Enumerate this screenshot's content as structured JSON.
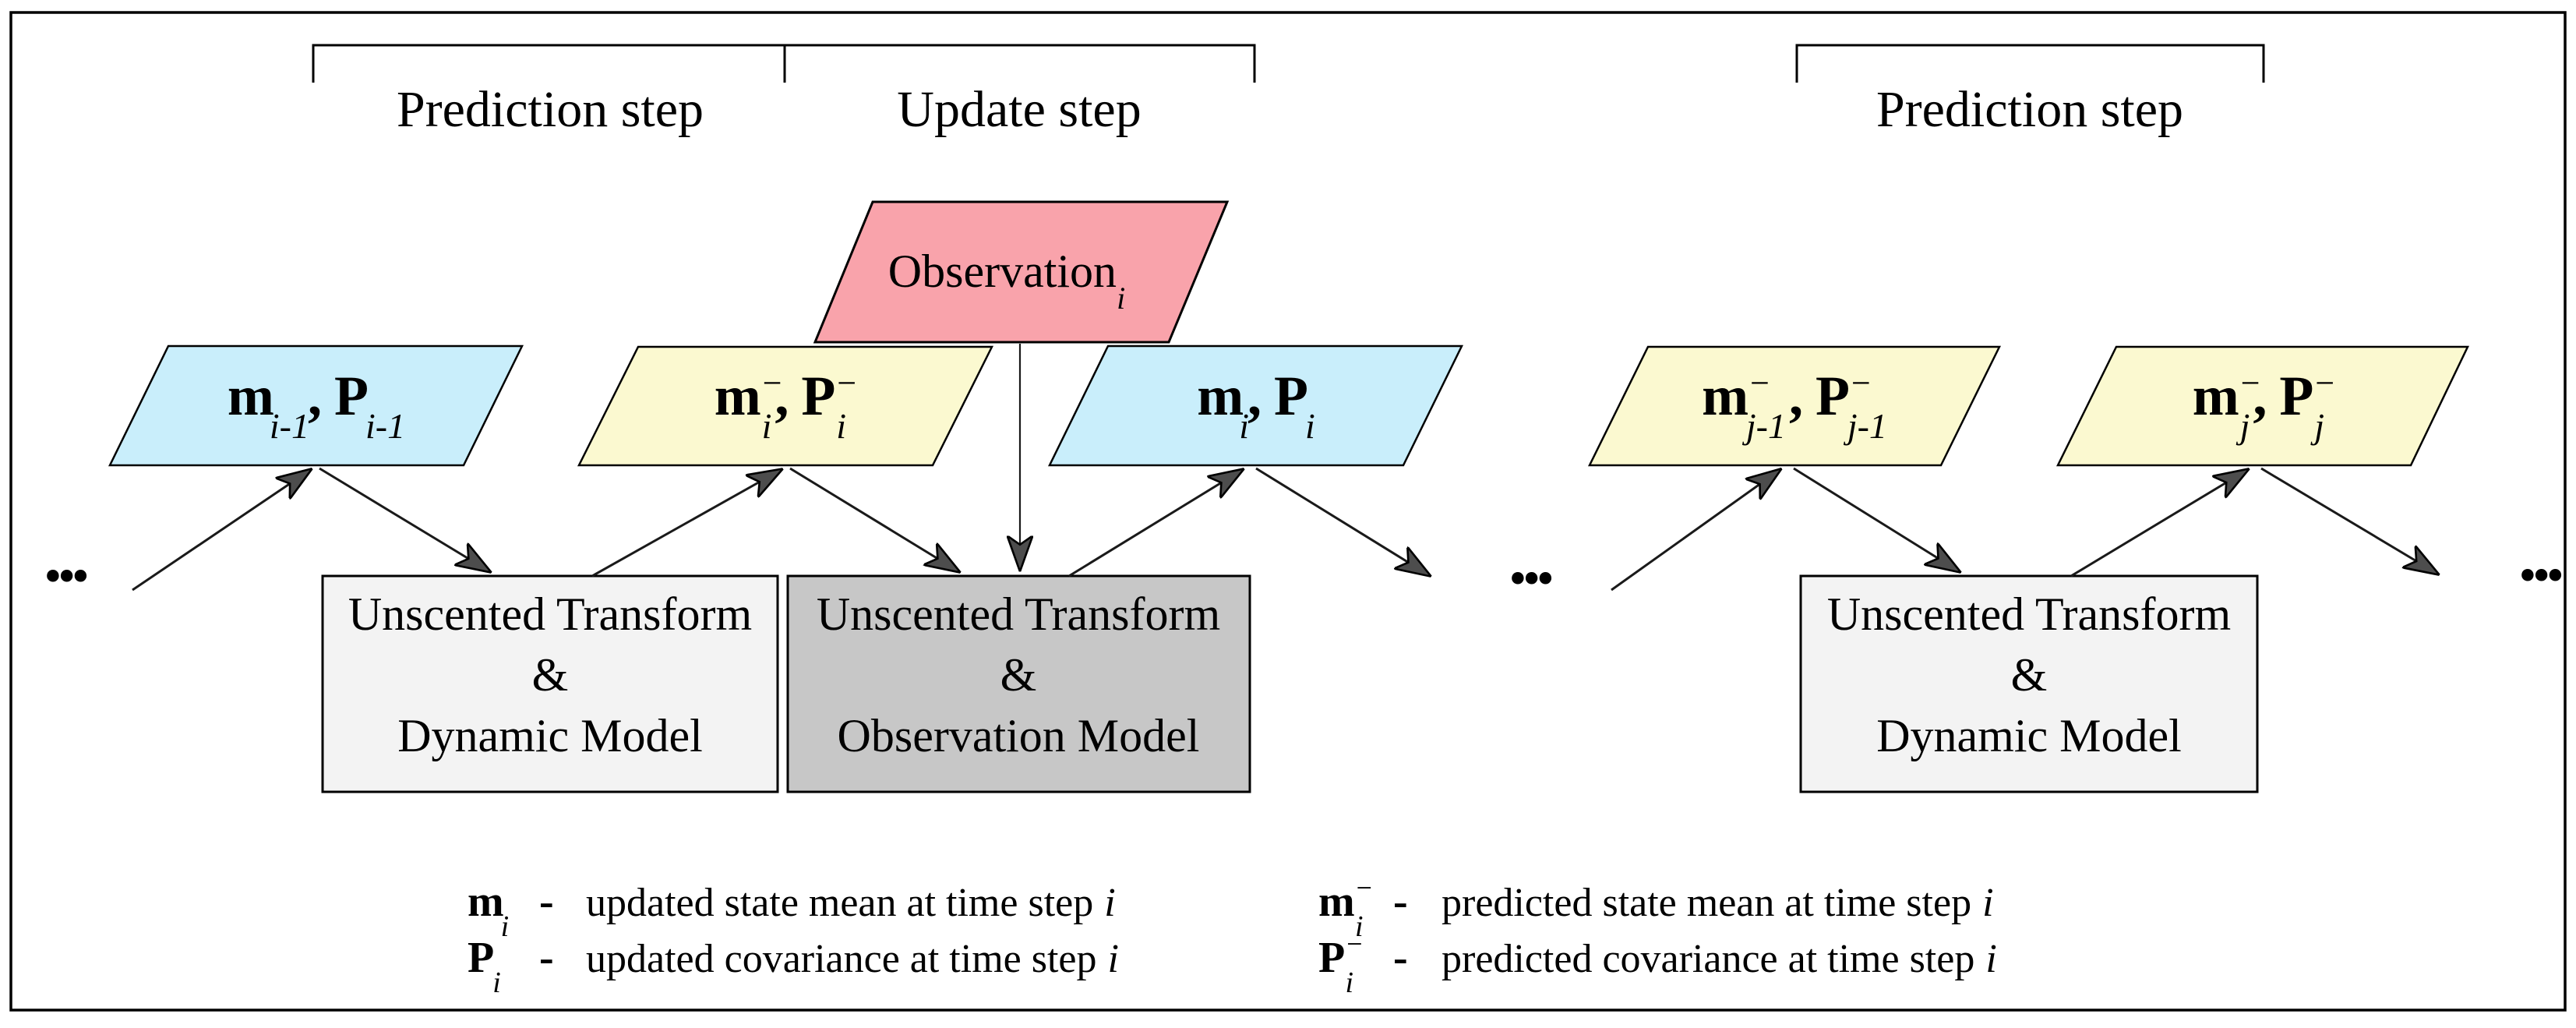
{
  "colors": {
    "step_label": "#ff0000",
    "node_blue": "#c9eefb",
    "node_yellow": "#fbf9d0",
    "observation_pink": "#f9a3ab",
    "box_light": "#f3f3f3",
    "box_dark": "#c7c7c7",
    "line": "#1a1a1a",
    "arrowhead": "#4d4d4d",
    "border": "#000000"
  },
  "brackets": {
    "left_label": "Prediction step",
    "middle_label": "Update step",
    "right_label": "Prediction step"
  },
  "observation": {
    "label": "Observation",
    "sub": "i"
  },
  "nodes": [
    {
      "m": "m",
      "m_sub": "i-1",
      "sep": ",",
      "p": "P",
      "p_sub": "i-1"
    },
    {
      "m": "m",
      "m_sup": "−",
      "m_sub": "i",
      "sep": ",",
      "p": "P",
      "p_sup": "−",
      "p_sub": "i"
    },
    {
      "m": "m",
      "m_sub": "i",
      "sep": ",",
      "p": "P",
      "p_sub": "i"
    },
    {
      "m": "m",
      "m_sup": "−",
      "m_sub": "j-1",
      "sep": ",",
      "p": "P",
      "p_sup": "−",
      "p_sub": "j-1"
    },
    {
      "m": "m",
      "m_sup": "−",
      "m_sub": "j",
      "sep": ",",
      "p": "P",
      "p_sup": "−",
      "p_sub": "j"
    }
  ],
  "boxes": [
    {
      "line1": "Unscented Transform",
      "line2": "&",
      "line3": "Dynamic Model"
    },
    {
      "line1": "Unscented Transform",
      "line2": "&",
      "line3": "Observation Model"
    },
    {
      "line1": "Unscented Transform",
      "line2": "&",
      "line3": "Dynamic Model"
    }
  ],
  "ellipsis": {
    "left": "...",
    "middle": "...",
    "right": "..."
  },
  "legend": {
    "rows": [
      {
        "sym": "m",
        "sub": "i",
        "dash": "-",
        "desc": "updated state mean at time step",
        "var": "i"
      },
      {
        "sym": "P",
        "sub": "i",
        "dash": "-",
        "desc": "updated covariance at time step",
        "var": "i"
      },
      {
        "sym": "m",
        "sup": "−",
        "sub": "i",
        "dash": "-",
        "desc": "predicted state mean at time step",
        "var": "i"
      },
      {
        "sym": "P",
        "sup": "−",
        "sub": "i",
        "dash": "-",
        "desc": "predicted covariance at time step",
        "var": "i"
      }
    ]
  }
}
